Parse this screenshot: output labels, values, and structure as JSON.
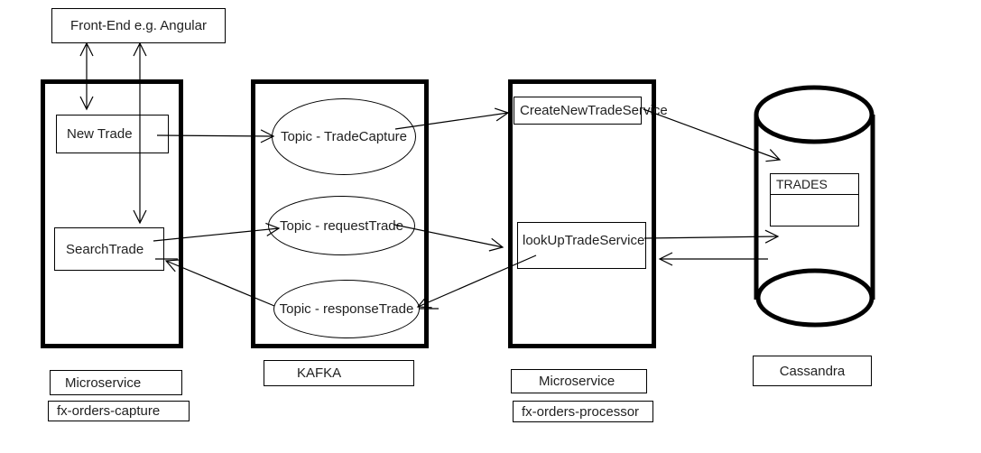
{
  "diagram": {
    "front_end": {
      "label": "Front-End e.g. Angular"
    },
    "capture_service": {
      "new_trade": "New Trade",
      "search_trade": "SearchTrade",
      "type_label": "Microservice",
      "name_label": "fx-orders-capture"
    },
    "kafka": {
      "topic_trade_capture": "Topic - TradeCapture",
      "topic_request_trade": "Topic - requestTrade",
      "topic_response_trade": "Topic - responseTrade",
      "label": "KAFKA"
    },
    "processor_service": {
      "create_new_trade": "CreateNewTradeService",
      "lookup_trade": "lookUpTradeService",
      "type_label": "Microservice",
      "name_label": "fx-orders-processor"
    },
    "cassandra": {
      "table_name": "TRADES",
      "label": "Cassandra"
    },
    "colors": {
      "line": "#000000",
      "background": "#ffffff",
      "text": "#1f1f1f"
    }
  }
}
